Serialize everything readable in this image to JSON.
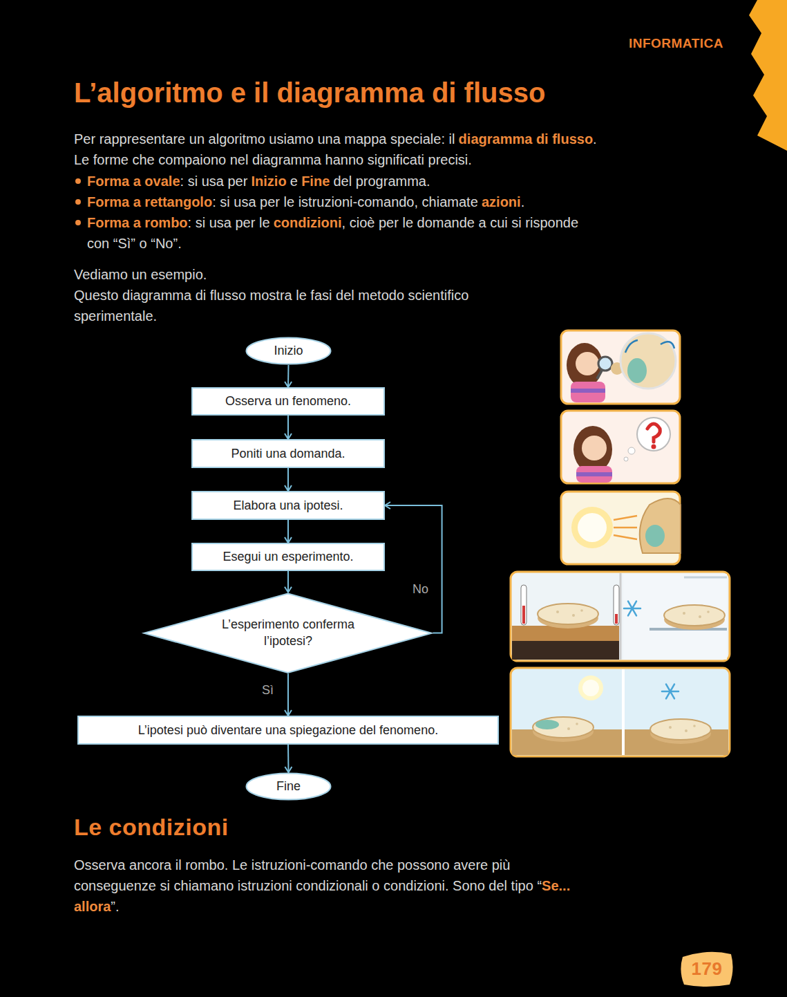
{
  "diagram": {
    "title": "L’algoritmo e il diagramma di flusso",
    "nodes": [
      {
        "text": [
          "Inizio"
        ]
      },
      {
        "text": [
          "Osserva un fenomeno."
        ]
      },
      {
        "text": [
          "Poniti una domanda."
        ]
      },
      {
        "text": [
          "Elabora una ipotesi."
        ]
      },
      {
        "text": [
          "Esegui un esperimento."
        ]
      },
      {
        "text": [
          "L’esperimento conferma l’ipotesi?"
        ]
      },
      {
        "text": [
          "L’ipotesi può diventare una spiegazione del fenomeno."
        ]
      },
      {
        "text": [
          "Fine"
        ]
      }
    ],
    "edges": [
      {
        "from": 0,
        "to": 1,
        "arrow": "to"
      },
      {
        "from": 1,
        "to": 2,
        "arrow": "to"
      },
      {
        "from": 2,
        "to": 3,
        "arrow": "to"
      },
      {
        "from": 3,
        "to": 4,
        "arrow": "to"
      },
      {
        "from": 4,
        "to": 5,
        "arrow": "to"
      },
      {
        "from": 5,
        "to": 3,
        "label": "No",
        "arrow": "to"
      },
      {
        "from": 5,
        "to": 6,
        "label": "Sì",
        "arrow": "to"
      },
      {
        "from": 6,
        "to": 7,
        "arrow": "to"
      }
    ],
    "labels": [
      "Per rappresentare un algoritmo usiamo una mappa speciale: il",
      "diagramma di flusso",
      ". Le forme che compaiono nel diagramma hanno significati precisi.",
      "Forma a ovale",
      ": si usa per",
      "Inizio",
      "e",
      "Fine",
      "del programma.",
      "Forma a rettangolo",
      ": si usa per le istruzioni-comando, chiamate",
      "azioni",
      ".",
      "Forma a rombo",
      ": si usa per le",
      "condizioni",
      ", cioè per le domande a cui si risponde con “Sì” o “No”.",
      "Vediamo un esempio.",
      "Questo diagramma di flusso mostra le fasi del metodo scientifico sperimentale.",
      "Le condizioni",
      "Osserva ancora il rombo. Le istruzioni-comando che possono avere più conseguenze si chiamano istruzioni condizionali o condizioni. Sono del tipo “",
      "Se... allora",
      "”.",
      "INFORMATICA",
      "179"
    ]
  }
}
